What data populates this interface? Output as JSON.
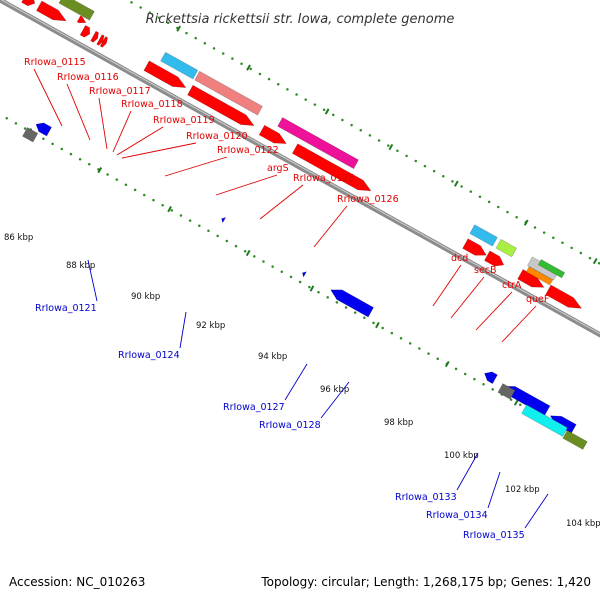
{
  "title": "Rickettsia rickettsii str. Iowa, complete genome",
  "footer": {
    "accession": "Accession: NC_010263",
    "summary": "Topology: circular; Length: 1,268,175 bp; Genes: 1,420"
  },
  "colors": {
    "backbone": "#8c8c8c",
    "tick_dot": "#2e8b22",
    "forward_label": "#e00000",
    "reverse_label": "#0000cc"
  },
  "ticks": [
    "86 kbp",
    "88 kbp",
    "90 kbp",
    "92 kbp",
    "94 kbp",
    "96 kbp",
    "98 kbp",
    "100 kbp",
    "102 kbp",
    "104 kbp"
  ],
  "forward_labels": [
    "RrIowa_0115",
    "RrIowa_0116",
    "RrIowa_0117",
    "RrIowa_0118",
    "RrIowa_0119",
    "RrIowa_0120",
    "RrIowa_0122",
    "argS",
    "RrIowa_0125",
    "RrIowa_0126",
    "dcd",
    "secB",
    "ctrA",
    "queF"
  ],
  "reverse_labels": [
    "RrIowa_0121",
    "RrIowa_0124",
    "RrIowa_0127",
    "RrIowa_0128",
    "RrIowa_0133",
    "RrIowa_0134",
    "RrIowa_0135"
  ],
  "gene_colors": {
    "cds": "#ff0000",
    "reverse_cds": "#0000ee",
    "light_gray": "#c8c8c8",
    "olive": "#6b8e23",
    "sky": "#33bbee",
    "salmon": "#f08080",
    "magenta": "#ee1199",
    "lime": "#aaee44",
    "orange": "#ff8800",
    "green": "#33bb33",
    "dark_gray": "#666666",
    "cyan": "#11eeee"
  }
}
